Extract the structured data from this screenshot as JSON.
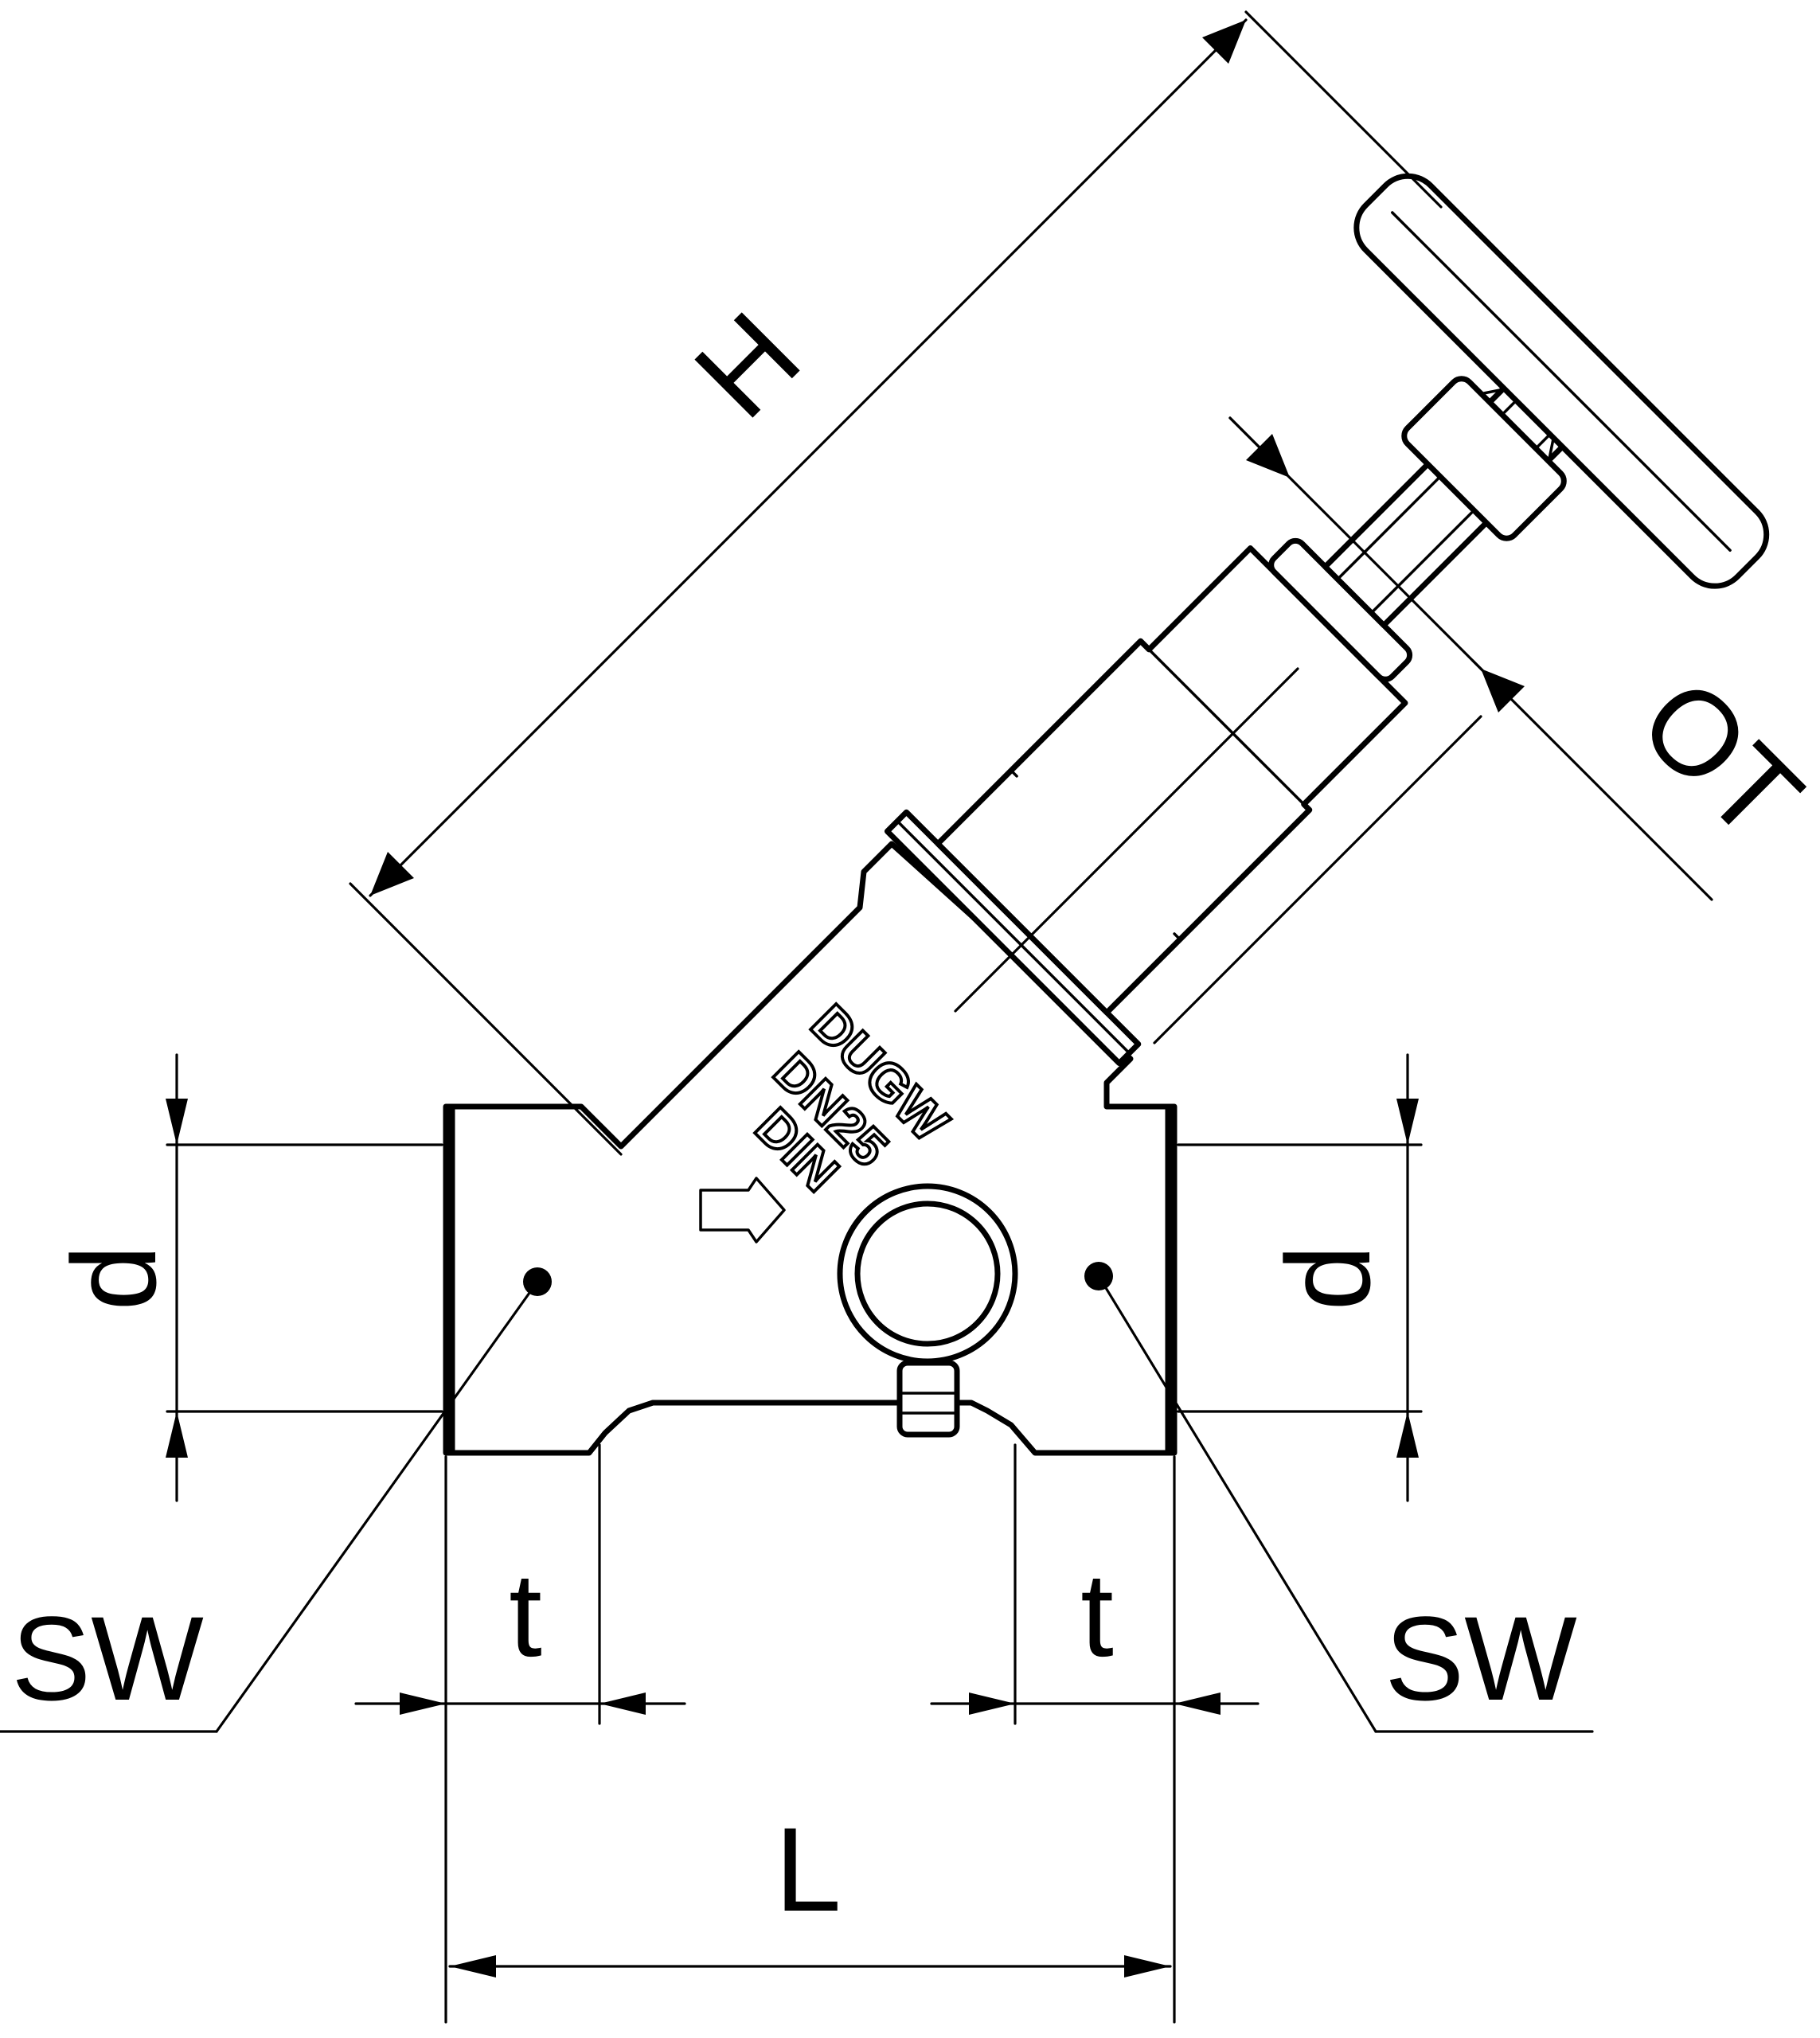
{
  "labels": {
    "H": "H",
    "OT": "OT",
    "d_left": "d",
    "d_right": "d",
    "SW_left": "SW",
    "SW_right": "SW",
    "t_left": "t",
    "t_right": "t",
    "L": "L"
  },
  "body_marking": {
    "line1": "DUGW",
    "line2": "DN25",
    "line3": "DIN"
  }
}
